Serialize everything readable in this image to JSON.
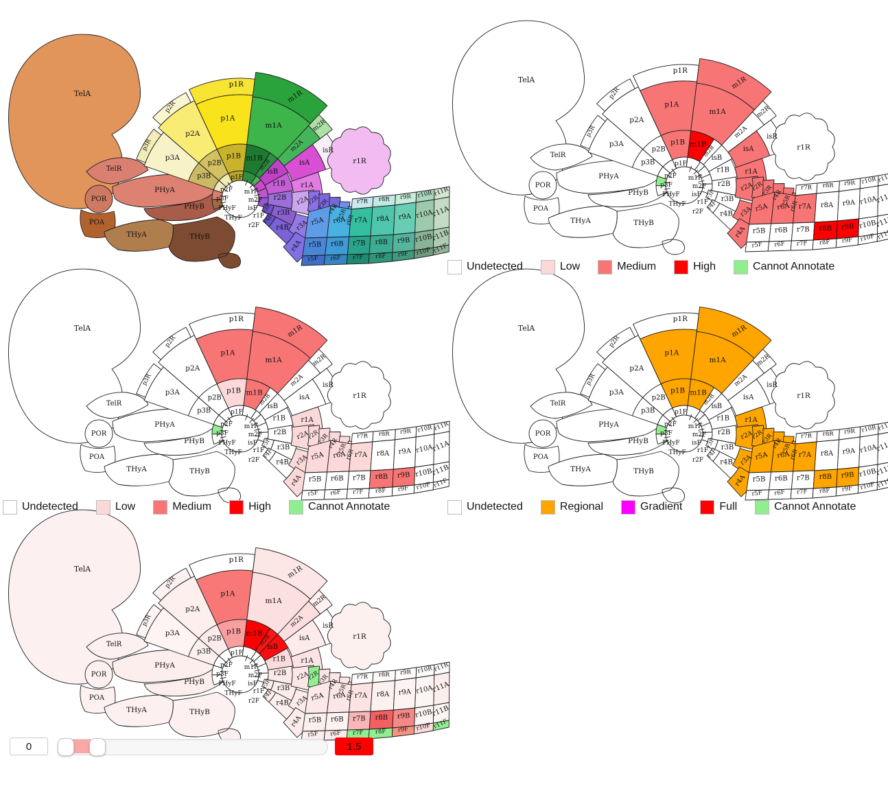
{
  "regions": [
    {
      "id": "TelA",
      "label": "TelA"
    },
    {
      "id": "TelR",
      "label": "TelR"
    },
    {
      "id": "POR",
      "label": "POR"
    },
    {
      "id": "POA",
      "label": "POA"
    },
    {
      "id": "PHyA",
      "label": "PHyA"
    },
    {
      "id": "PHyB",
      "label": "PHyB"
    },
    {
      "id": "THyA",
      "label": "THyA"
    },
    {
      "id": "THyB",
      "label": "THyB"
    },
    {
      "id": "p3A",
      "label": "p3A"
    },
    {
      "id": "p3B",
      "label": "p3B"
    },
    {
      "id": "p3R",
      "label": "p3R"
    },
    {
      "id": "p2R",
      "label": "p2R"
    },
    {
      "id": "p2A",
      "label": "p2A"
    },
    {
      "id": "p2B",
      "label": "p2B"
    },
    {
      "id": "p1R",
      "label": "p1R"
    },
    {
      "id": "p1A",
      "label": "p1A"
    },
    {
      "id": "p1B",
      "label": "p1B"
    },
    {
      "id": "m1R",
      "label": "m1R"
    },
    {
      "id": "m1A",
      "label": "m1A"
    },
    {
      "id": "m1B",
      "label": "m1B"
    },
    {
      "id": "m2R",
      "label": "m2R"
    },
    {
      "id": "m2A",
      "label": "m2A"
    },
    {
      "id": "m2B",
      "label": "m2B"
    },
    {
      "id": "isR",
      "label": "isR"
    },
    {
      "id": "isA",
      "label": "isA"
    },
    {
      "id": "isB",
      "label": "isB"
    },
    {
      "id": "r1R",
      "label": "r1R"
    },
    {
      "id": "r1A",
      "label": "r1A"
    },
    {
      "id": "r1B",
      "label": "r1B"
    },
    {
      "id": "r2A",
      "label": "r2A"
    },
    {
      "id": "r2B",
      "label": "r2B"
    },
    {
      "id": "r2R",
      "label": "r2R"
    },
    {
      "id": "r3A",
      "label": "r3A"
    },
    {
      "id": "r3B",
      "label": "r3B"
    },
    {
      "id": "r3R",
      "label": "r3R"
    },
    {
      "id": "r3F",
      "label": "r3F"
    },
    {
      "id": "r4A",
      "label": "r4A"
    },
    {
      "id": "r4B",
      "label": "r4B"
    },
    {
      "id": "r4R",
      "label": "r4R"
    },
    {
      "id": "r4F",
      "label": "r4F"
    },
    {
      "id": "r5R",
      "label": "r5R"
    },
    {
      "id": "r6R",
      "label": "r6R"
    },
    {
      "id": "r5A",
      "label": "r5A"
    },
    {
      "id": "r6A",
      "label": "r6A"
    },
    {
      "id": "r7A",
      "label": "r7A"
    },
    {
      "id": "r8A",
      "label": "r8A"
    },
    {
      "id": "r9A",
      "label": "r9A"
    },
    {
      "id": "r10A",
      "label": "r10A"
    },
    {
      "id": "r11A",
      "label": "r11A"
    },
    {
      "id": "r5B",
      "label": "r5B"
    },
    {
      "id": "r6B",
      "label": "r6B"
    },
    {
      "id": "r7B",
      "label": "r7B"
    },
    {
      "id": "r8B",
      "label": "r8B"
    },
    {
      "id": "r9B",
      "label": "r9B"
    },
    {
      "id": "r10B",
      "label": "r10B"
    },
    {
      "id": "r11B",
      "label": "r11B"
    },
    {
      "id": "r7R",
      "label": "r7R"
    },
    {
      "id": "r8R",
      "label": "r8R"
    },
    {
      "id": "r9R",
      "label": "r9R"
    },
    {
      "id": "r10R",
      "label": "r10R"
    },
    {
      "id": "r11R",
      "label": "r11R"
    },
    {
      "id": "r5F",
      "label": "r5F"
    },
    {
      "id": "r6F",
      "label": "r6F"
    },
    {
      "id": "r7F",
      "label": "r7F"
    },
    {
      "id": "r8F",
      "label": "r8F"
    },
    {
      "id": "r9F",
      "label": "r9F"
    },
    {
      "id": "r10F",
      "label": "r10F"
    },
    {
      "id": "r11F",
      "label": "r11F"
    },
    {
      "id": "p1F",
      "label": "p1F"
    },
    {
      "id": "p2F",
      "label": "p2F"
    },
    {
      "id": "p3F",
      "label": "p3F"
    },
    {
      "id": "PHyF",
      "label": "PHyF"
    },
    {
      "id": "THyF",
      "label": "THyF"
    },
    {
      "id": "m1F",
      "label": "m1F"
    },
    {
      "id": "m2F",
      "label": "m2F"
    },
    {
      "id": "isF",
      "label": "isF"
    },
    {
      "id": "r1F",
      "label": "r1F"
    },
    {
      "id": "r2F",
      "label": "r2F"
    }
  ],
  "reference_colors": {
    "TelA": "#E2955B",
    "TelR": "#D98070",
    "POR": "#CE7A62",
    "POA": "#B2622D",
    "PHyA": "#DD8272",
    "PHyB": "#A95C49",
    "THyA": "#B07D4D",
    "THyB": "#7D4B31",
    "p3A": "#F7F2C8",
    "p3B": "#CBB964",
    "p3R": "#F3ECB8",
    "p2R": "#FAF6CF",
    "p2A": "#F8EC75",
    "p2B": "#D2C063",
    "p1R": "#F8E433",
    "p1A": "#F9E41B",
    "p1B": "#C9B32B",
    "m1R": "#2BA33C",
    "m1A": "#3DB54A",
    "m1B": "#1F7A31",
    "m2R": "#AEE0A8",
    "m2A": "#46B45A",
    "m2B": "#2E8F44",
    "isR": "#F6EFF7",
    "isA": "#D94FD4",
    "isB": "#C040C8",
    "r1R": "#F2BCF2",
    "r1A": "#E07CE2",
    "r1B": "#C45ED6",
    "r2A": "#CBA5EE",
    "r2B": "#9B6FDB",
    "r2R": "#8A70E8",
    "r3A": "#927AE5",
    "r3B": "#8A5FD0",
    "r3R": "#7E68E0",
    "r3F": "#7050C8",
    "r4A": "#8070E4",
    "r4B": "#7B62D8",
    "r4R": "#7468DD",
    "r4F": "#6A50C8",
    "r5R": "#6C8EE8",
    "r5A": "#5F9CE8",
    "r5B": "#4A86D8",
    "r5F": "#3E6FC8",
    "r6R": "#5AAFE0",
    "r6A": "#49B1E1",
    "r6B": "#3F9BD8",
    "r6F": "#3884C4",
    "r7R": "#C8E8EE",
    "r7A": "#35BFA0",
    "r7B": "#2BA38A",
    "r7F": "#1F8A72",
    "r8R": "#C2E9E2",
    "r8A": "#4FC6AC",
    "r8B": "#3CAD92",
    "r8F": "#2F9579",
    "r9R": "#C7ECD9",
    "r9A": "#69CDB6",
    "r9B": "#55B59C",
    "r9F": "#41997E",
    "r10R": "#ACD6C0",
    "r10A": "#9DC9AC",
    "r10B": "#88B497",
    "r10F": "#6F9B80",
    "r11R": "#D5E6D3",
    "r11A": "#C4DCC6",
    "r11B": "#AECBB2",
    "r11F": "#93B298",
    "p1F": "#B8A62E",
    "p2F": "#F3ECB0",
    "p3F": "#EFE7C0",
    "PHyF": "#DB8070",
    "THyF": "#9C6B45",
    "m1F": "#2E8F3C",
    "m2F": "#4FB35C",
    "isF": "#CC4ACC",
    "r1F": "#BA58D0",
    "r2F": "#9757D4"
  },
  "panels": [
    {
      "name": "reference-anatomy",
      "use_reference": true,
      "fills": {}
    },
    {
      "name": "expression-detection-a",
      "legend": "detection",
      "fills": {
        "PHyF": "#90EE90",
        "p1A": "#F87575",
        "p1B": "#F87575",
        "m1R": "#F87575",
        "m1A": "#F87575",
        "m1B": "#FE0000",
        "isA": "#F87575",
        "r1A": "#F87575",
        "r2A": "#F87575",
        "r3A": "#F87575",
        "r4A": "#F87575",
        "r5A": "#F87575",
        "r6A": "#F87575",
        "r7A": "#F87575",
        "r2R": "#F87575",
        "r3R": "#F87575",
        "r4R": "#F87575",
        "r5R": "#F87575",
        "r6R": "#F87575",
        "r8B": "#FE0000",
        "r9B": "#FE0000"
      }
    },
    {
      "name": "expression-detection-b",
      "legend": "detection",
      "fills": {
        "PHyF": "#90EE90",
        "p1A": "#F87575",
        "m1R": "#F87575",
        "m1A": "#F87575",
        "m1B": "#F87575",
        "r8B": "#F87575",
        "r9B": "#F87575",
        "p1B": "#FBD9D9",
        "r1A": "#FBD9D9",
        "r2A": "#FBD9D9",
        "r3A": "#FBD9D9",
        "r4A": "#FBD9D9",
        "r5A": "#FBD9D9",
        "r6A": "#FBD9D9",
        "r7A": "#FBD9D9",
        "r2R": "#FBD9D9",
        "r3R": "#FBD9D9",
        "r4R": "#FBD9D9",
        "r5R": "#FBD9D9",
        "r6R": "#FBD9D9"
      }
    },
    {
      "name": "annotation-type",
      "legend": "annotation_type",
      "fills": {
        "PHyF": "#90EE90",
        "p1A": "#FFA500",
        "p1B": "#FFA500",
        "m1R": "#FFA500",
        "m1A": "#FFA500",
        "m1B": "#FFA500",
        "r1A": "#FFA500",
        "r2A": "#FFA500",
        "r3A": "#FFA500",
        "r4A": "#FFA500",
        "r5A": "#FFA500",
        "r6A": "#FFA500",
        "r7A": "#FFA500",
        "r2R": "#FFA500",
        "r3R": "#FFA500",
        "r4R": "#FFA500",
        "r5R": "#FFA500",
        "r6R": "#FFA500",
        "r8B": "#FFA500",
        "r9B": "#FFA500"
      }
    },
    {
      "name": "expression-strength",
      "slider": true,
      "fills": {
        "TelA": "#FCF1F0",
        "TelR": "#FCF1F0",
        "POR": "#FCF1F0",
        "POA": "#FCF1F0",
        "PHyA": "#FBEEED",
        "PHyB": "#FBEEED",
        "THyA": "#FCF1F0",
        "THyB": "#FCF1F0",
        "p3A": "#FDF4F3",
        "p3B": "#FCF0EF",
        "p3R": "#FDF4F3",
        "p2R": "#FDF2F1",
        "p2A": "#FCEFEE",
        "p2B": "#FBECEB",
        "p1R": "#FFFFFF",
        "p1A": "#F87878",
        "p1B": "#F99E9E",
        "m1R": "#FCE7E6",
        "m1A": "#FBE0DF",
        "m1B": "#FE0000",
        "m2R": "#FDF2F1",
        "m2A": "#FBDEDD",
        "m2B": "#FE1616",
        "isR": "#FFFFFF",
        "isA": "#FCEBEA",
        "isB": "#FD0D0D",
        "r1R": "#FDF1F0",
        "r1A": "#FBE4E3",
        "r1B": "#FBDCDB",
        "r2A": "#FBE7E6",
        "r2B": "#FCEAE9",
        "r3A": "#FCEBEA",
        "r3B": "#FCEDEC",
        "r4A": "#FCEDEC",
        "r4B": "#FCF0EF",
        "r2R": "#90EE90",
        "r3R": "#FBE5E4",
        "r4R": "#FBE5E4",
        "r5R": "#FBE6E5",
        "r6R": "#FBE6E5",
        "r5A": "#FBE8E7",
        "r6A": "#FBE6E5",
        "r7A": "#FBE3E2",
        "r8A": "#FDF1F0",
        "r9A": "#FDF3F2",
        "r10A": "#FDF5F4",
        "r11A": "#FCEEED",
        "r5B": "#FCEFEE",
        "r6B": "#FDF3F2",
        "r7B": "#F9B6B6",
        "r8B": "#F45F5F",
        "r9B": "#F68888",
        "r10B": "#FDF5F4",
        "r11B": "#FDF5F4",
        "r7R": "#FEFBFB",
        "r8R": "#FEFBFB",
        "r9R": "#FEFBFB",
        "r10R": "#FEFBFB",
        "r11R": "#FEFBFB",
        "r3F": "#FCF0EF",
        "r4F": "#FCF0EF",
        "r5F": "#FCEEED",
        "r6F": "#FBEAE9",
        "r7F": "#90EE90",
        "r8F": "#90EE90",
        "r9F": "#F69282",
        "r10F": "#FBDADA",
        "r11F": "#90EE90"
      }
    }
  ],
  "legends": {
    "detection": {
      "items": [
        {
          "label": "Undetected",
          "color": "#FFFFFF"
        },
        {
          "label": "Low",
          "color": "#FBD9D9"
        },
        {
          "label": "Medium",
          "color": "#F87575"
        },
        {
          "label": "High",
          "color": "#FE0000"
        },
        {
          "label": "Cannot Annotate",
          "color": "#90EE90"
        }
      ]
    },
    "annotation_type": {
      "items": [
        {
          "label": "Undetected",
          "color": "#FFFFFF"
        },
        {
          "label": "Regional",
          "color": "#FFA500"
        },
        {
          "label": "Gradient",
          "color": "#FF00FF"
        },
        {
          "label": "Full",
          "color": "#FF0000"
        },
        {
          "label": "Cannot Annotate",
          "color": "#90EE90"
        }
      ]
    }
  },
  "slider": {
    "min_value": "0",
    "max_value": "1.5",
    "range_color": "#F9A7A7",
    "max_color": "#FE0000"
  }
}
